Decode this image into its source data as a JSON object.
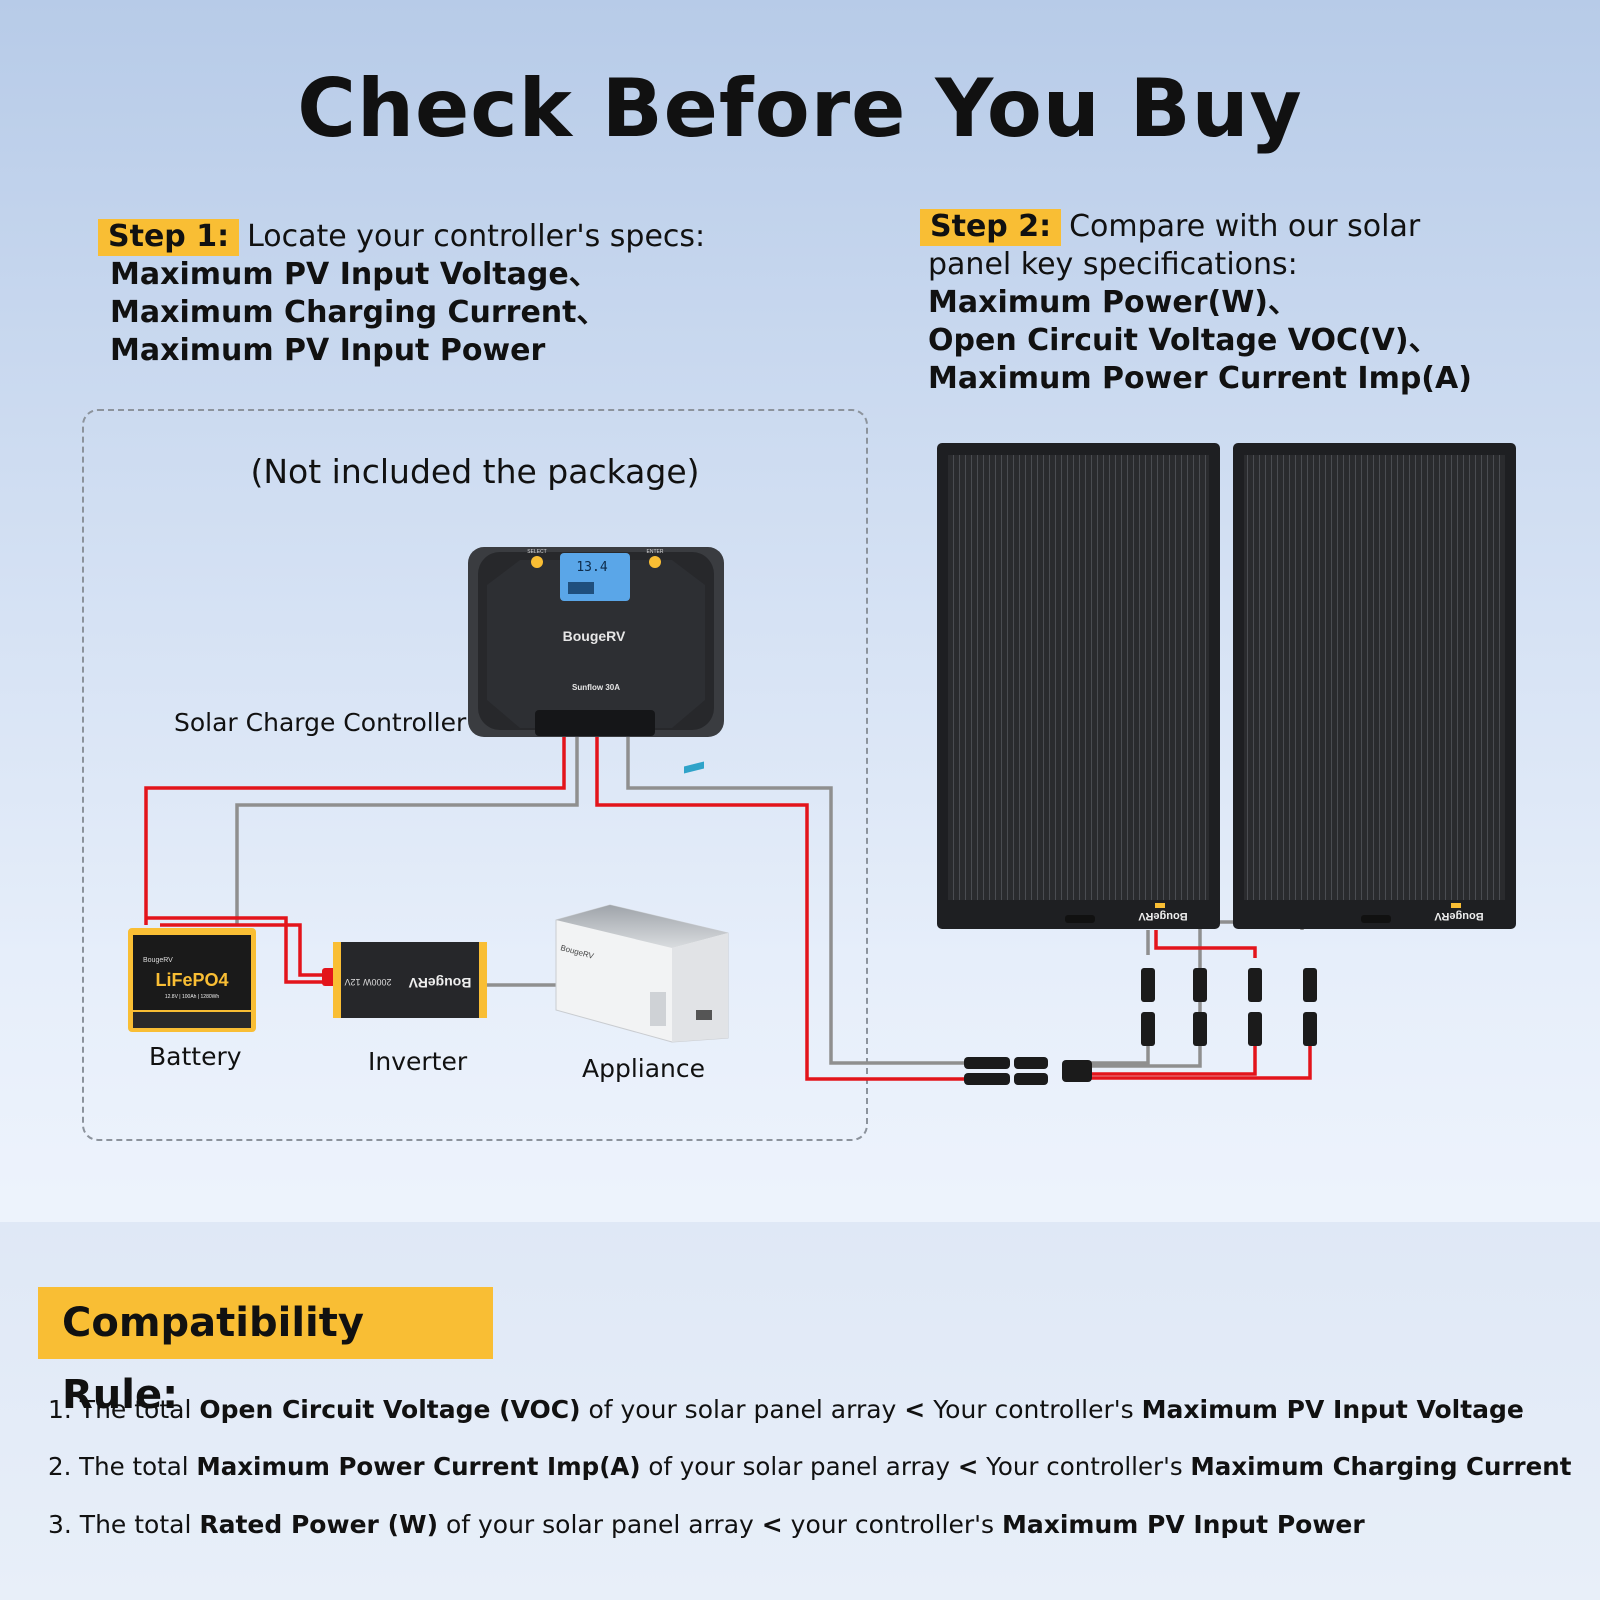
{
  "title": "Check Before You Buy",
  "step1": {
    "tag": "Step 1:",
    "intro": "Locate your controller's specs:",
    "specs": [
      "Maximum PV Input Voltage、",
      "Maximum Charging Current、",
      "Maximum PV Input Power"
    ]
  },
  "step2": {
    "tag": "Step 2:",
    "intro_line1": "Compare with our solar",
    "intro_line2": "panel key specifications:",
    "specs": [
      "Maximum Power(W)、",
      "Open Circuit Voltage VOC(V)、",
      "Maximum Power Current Imp(A)"
    ]
  },
  "diagram": {
    "note": "(Not included the package)",
    "controller_label": "Solar Charge Controller",
    "battery_label": "Battery",
    "inverter_label": "Inverter",
    "appliance_label": "Appliance",
    "brand": "BougeRV",
    "controller_model": "Sunflow 30A",
    "controller_display": "13.4",
    "controller_select": "SELECT",
    "controller_enter": "ENTER",
    "battery_chem": "LiFePO4",
    "battery_spec": "12.8V | 100Ah | 1280Wh",
    "inverter_spec": "2000W 12V",
    "wire_colors": {
      "positive": "#e3141b",
      "negative": "#8f8f8f"
    }
  },
  "rule": {
    "tag": "Compatibility Rule:",
    "items": [
      {
        "n": "1. The total ",
        "a": "Open Circuit Voltage (VOC)",
        "m": " of your solar panel array ",
        "lt": "<",
        "p": " Your controller's ",
        "b": "Maximum PV Input Voltage"
      },
      {
        "n": "2. The total ",
        "a": "Maximum Power Current Imp(A)",
        "m": " of your solar panel array ",
        "lt": "<",
        "p": "  Your controller's ",
        "b": "Maximum Charging Current"
      },
      {
        "n": "3. The total ",
        "a": "Rated Power (W)",
        "m": " of your solar panel array ",
        "lt": "<",
        "p": " your controller's ",
        "b": "Maximum PV Input Power"
      }
    ]
  },
  "colors": {
    "accent": "#f9be34",
    "text": "#111111"
  }
}
